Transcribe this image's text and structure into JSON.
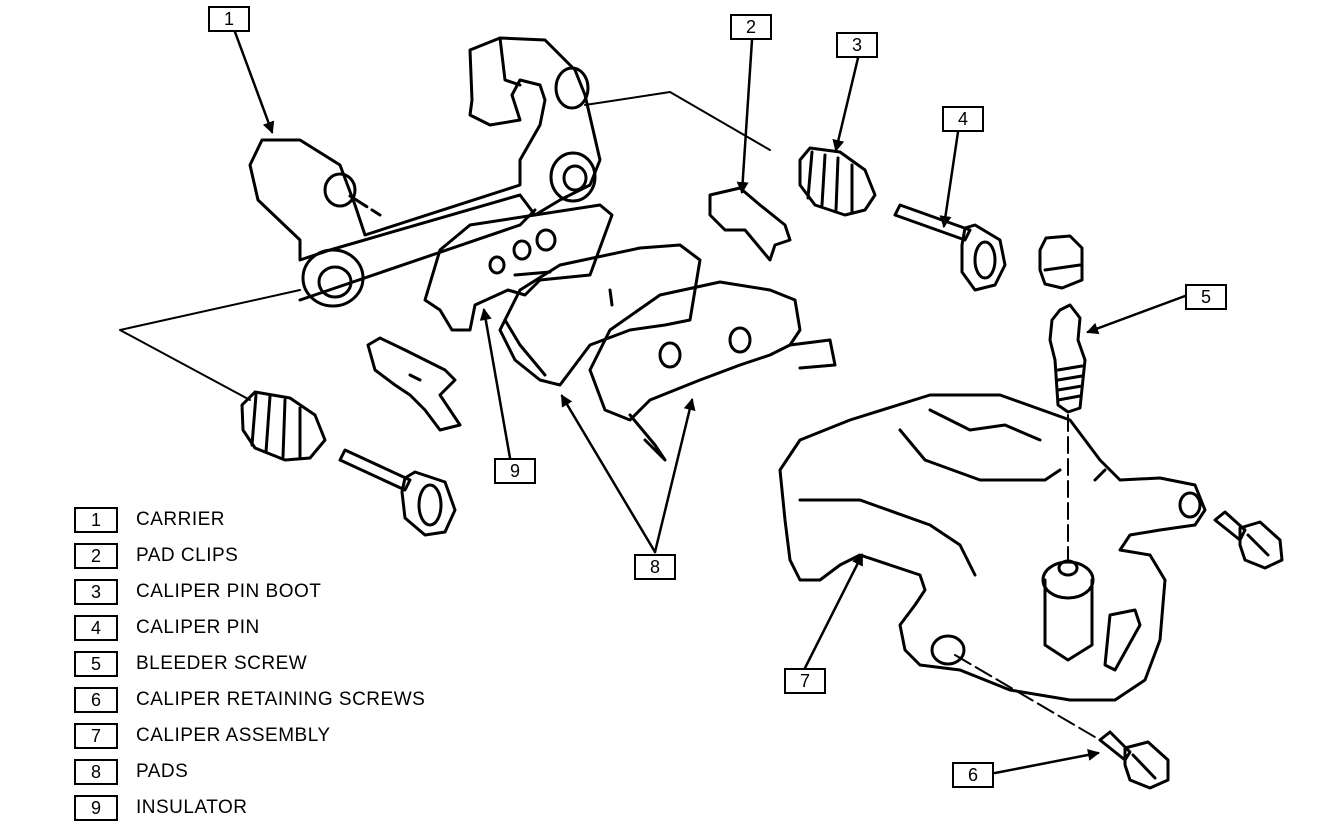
{
  "callouts": [
    {
      "num": "1"
    },
    {
      "num": "2"
    },
    {
      "num": "3"
    },
    {
      "num": "4"
    },
    {
      "num": "5"
    },
    {
      "num": "6"
    },
    {
      "num": "7"
    },
    {
      "num": "8"
    },
    {
      "num": "9"
    }
  ],
  "legend": [
    {
      "num": "1",
      "label": "CARRIER"
    },
    {
      "num": "2",
      "label": "PAD CLIPS"
    },
    {
      "num": "3",
      "label": "CALIPER PIN BOOT"
    },
    {
      "num": "4",
      "label": "CALIPER PIN"
    },
    {
      "num": "5",
      "label": "BLEEDER SCREW"
    },
    {
      "num": "6",
      "label": "CALIPER RETAINING SCREWS"
    },
    {
      "num": "7",
      "label": "CALIPER ASSEMBLY"
    },
    {
      "num": "8",
      "label": "PADS"
    },
    {
      "num": "9",
      "label": "INSULATOR"
    }
  ]
}
